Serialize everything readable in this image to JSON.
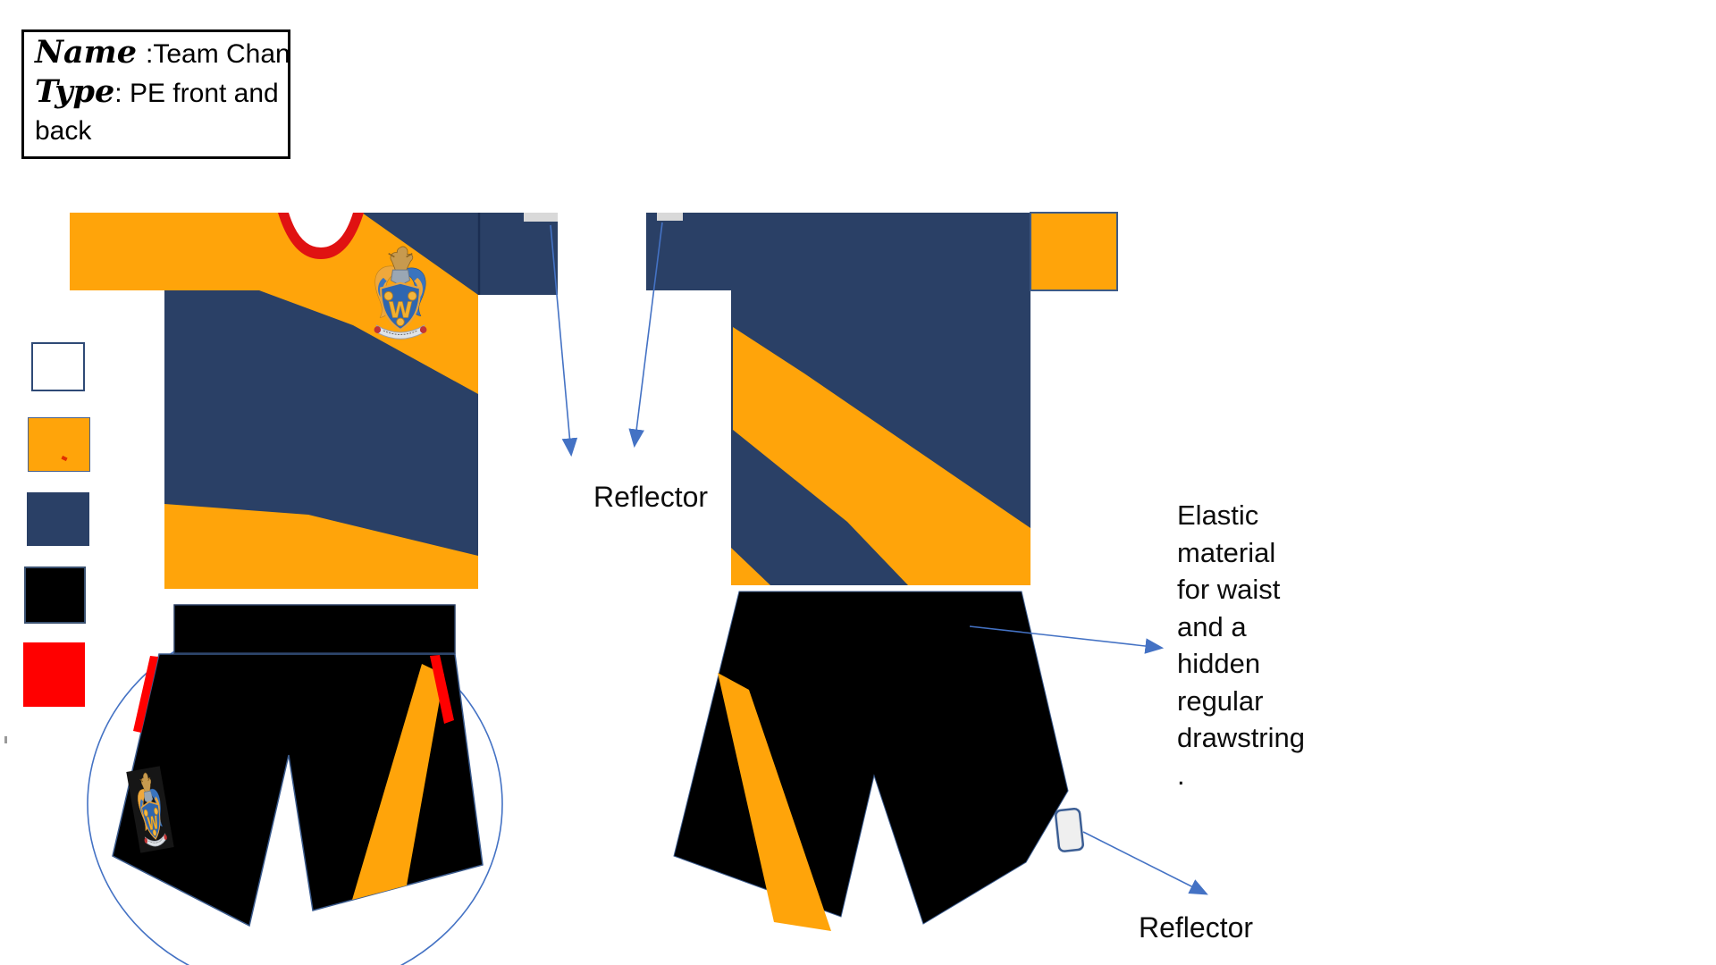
{
  "title_box": {
    "name_label": "Name",
    "name_value": ":Team Chan",
    "type_label": "Type",
    "type_value": ": PE front and",
    "type_value_wrap": "back"
  },
  "swatches": [
    {
      "name": "white",
      "hex": "#FFFFFF"
    },
    {
      "name": "orange",
      "hex": "#FFA40A"
    },
    {
      "name": "navy",
      "hex": "#2A4066"
    },
    {
      "name": "black",
      "hex": "#000000"
    },
    {
      "name": "red",
      "hex": "#FF0000"
    }
  ],
  "palette": {
    "white": "#FFFFFF",
    "orange": "#FFA40A",
    "navy": "#2A4066",
    "black": "#000000",
    "red": "#FF0000",
    "collar_red": "#E01212",
    "arrow_blue": "#4472C4",
    "tab_grey": "#D9D9D9",
    "patch_grey": "#EFEFEF",
    "outline_blue": "#3A5A8C",
    "seam_navy": "#1B2E52"
  },
  "annotations": {
    "reflector_front": "Reflector",
    "reflector_back": "Reflector",
    "elastic_note": "Elastic\nmaterial\nfor waist\nand a\nhidden\nregular\ndrawstring\n."
  },
  "crest": {
    "monogram": "W"
  }
}
